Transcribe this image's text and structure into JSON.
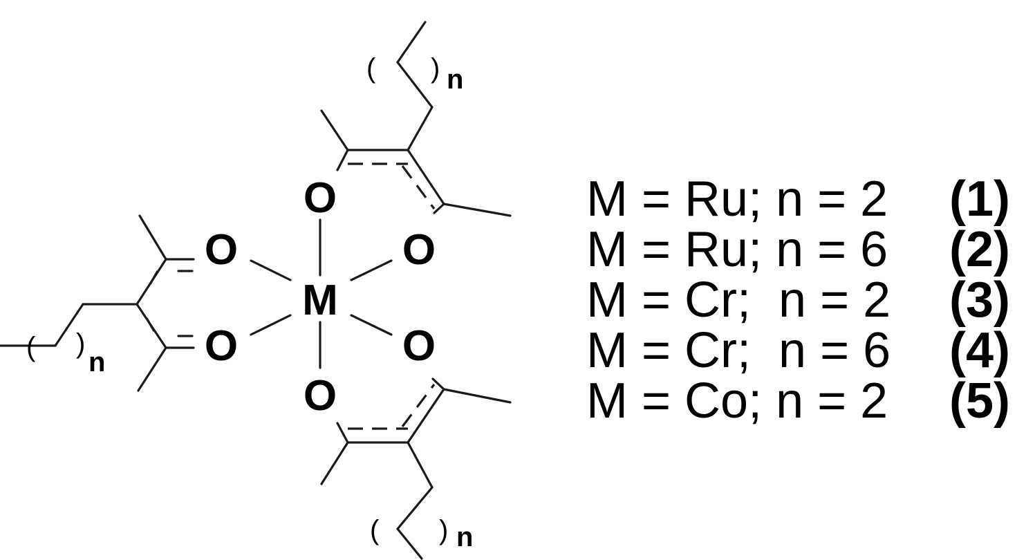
{
  "structure": {
    "central_atom": "M",
    "oxygen": "O",
    "repeat_open": "(",
    "repeat_close": ")",
    "repeat_subscript": "n"
  },
  "legend": [
    {
      "assignment": "M = Ru; n = 2",
      "compound": "(1)"
    },
    {
      "assignment": "M = Ru; n = 6",
      "compound": "(2)"
    },
    {
      "assignment": "M = Cr;  n = 2",
      "compound": "(3)"
    },
    {
      "assignment": "M = Cr;  n = 6",
      "compound": "(4)"
    },
    {
      "assignment": "M = Co; n = 2",
      "compound": "(5)"
    }
  ]
}
